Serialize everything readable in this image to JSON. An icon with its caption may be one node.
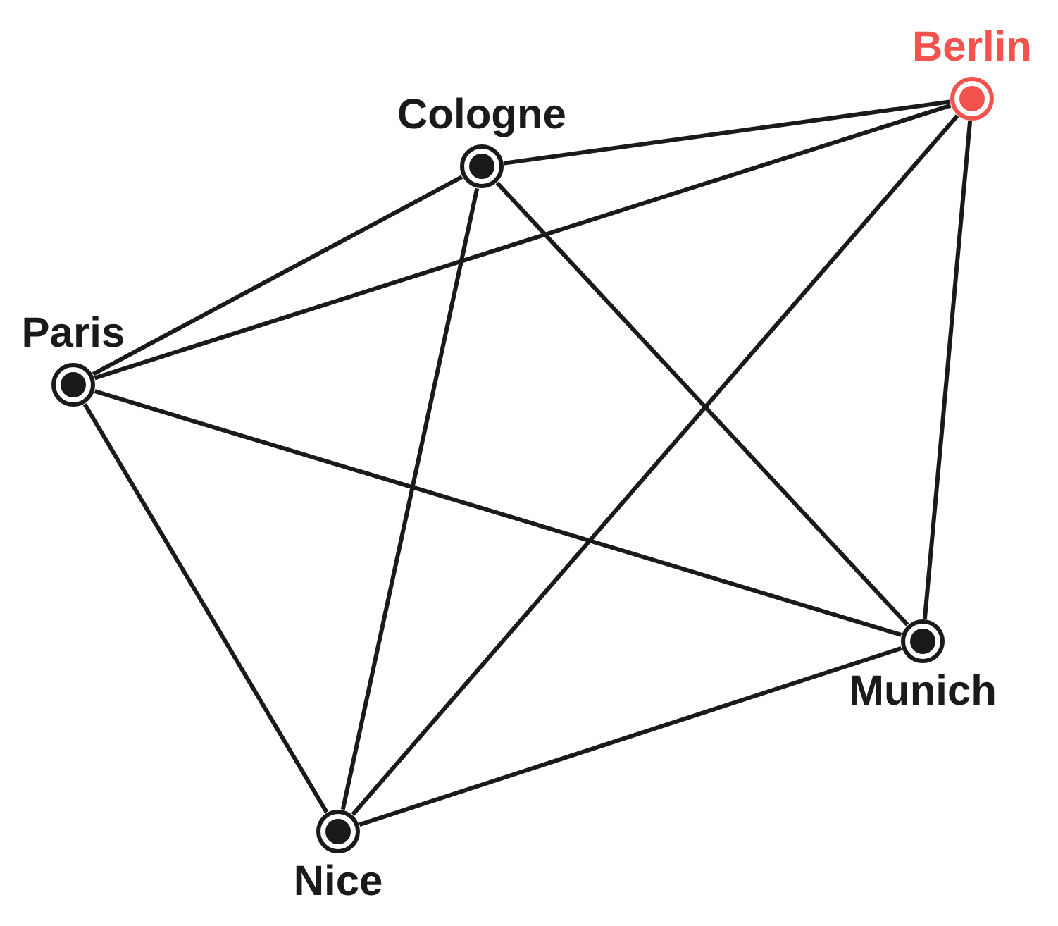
{
  "diagram": {
    "nodes": [
      {
        "text": [
          "Cologne"
        ]
      },
      {
        "text": [
          "Berlin"
        ]
      },
      {
        "text": [
          "Paris"
        ]
      },
      {
        "text": [
          "Munich"
        ]
      },
      {
        "text": [
          "Nice"
        ]
      }
    ],
    "edges": [
      {
        "from": 2,
        "to": 0,
        "arrow": "none"
      },
      {
        "from": 2,
        "to": 1,
        "arrow": "none"
      },
      {
        "from": 2,
        "to": 3,
        "arrow": "none"
      },
      {
        "from": 2,
        "to": 4,
        "arrow": "none"
      },
      {
        "from": 0,
        "to": 1,
        "arrow": "none"
      },
      {
        "from": 0,
        "to": 3,
        "arrow": "none"
      },
      {
        "from": 0,
        "to": 4,
        "arrow": "none"
      },
      {
        "from": 1,
        "to": 3,
        "arrow": "none"
      },
      {
        "from": 1,
        "to": 4,
        "arrow": "none"
      },
      {
        "from": 3,
        "to": 4,
        "arrow": "none"
      }
    ]
  }
}
